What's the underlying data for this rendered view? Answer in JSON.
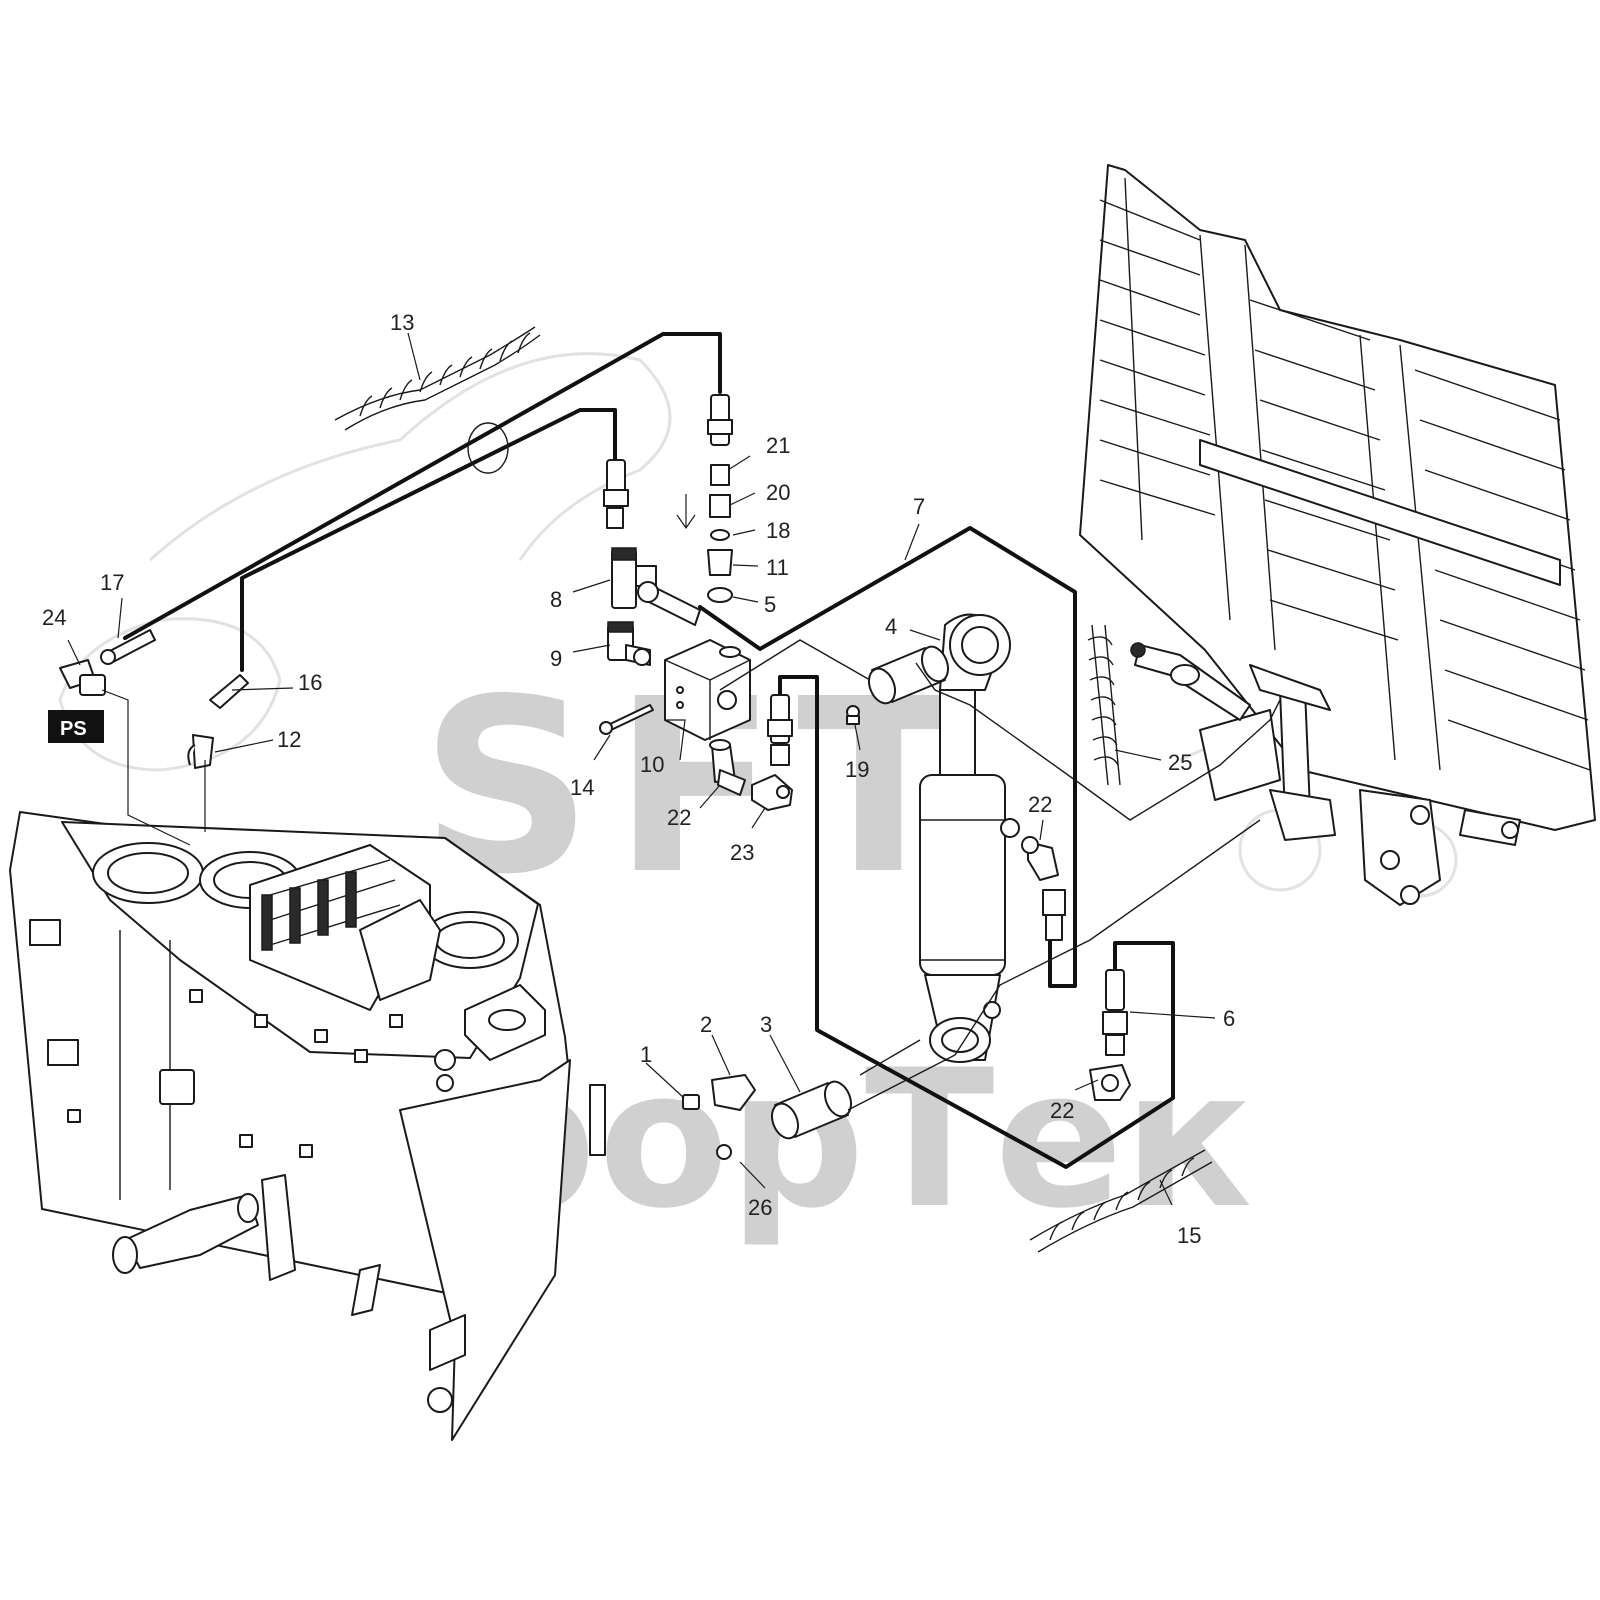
{
  "watermark": {
    "line1": "SFT",
    "line2": "скафорТек",
    "color": "#d0d0d0"
  },
  "badge": {
    "label": "PS"
  },
  "callouts": [
    {
      "id": "1",
      "label": "1"
    },
    {
      "id": "2",
      "label": "2"
    },
    {
      "id": "3",
      "label": "3"
    },
    {
      "id": "4",
      "label": "4"
    },
    {
      "id": "5",
      "label": "5"
    },
    {
      "id": "6",
      "label": "6"
    },
    {
      "id": "7",
      "label": "7"
    },
    {
      "id": "8",
      "label": "8"
    },
    {
      "id": "9",
      "label": "9"
    },
    {
      "id": "10",
      "label": "10"
    },
    {
      "id": "11",
      "label": "11"
    },
    {
      "id": "12",
      "label": "12"
    },
    {
      "id": "13",
      "label": "13"
    },
    {
      "id": "14",
      "label": "14"
    },
    {
      "id": "15",
      "label": "15"
    },
    {
      "id": "16",
      "label": "16"
    },
    {
      "id": "17",
      "label": "17"
    },
    {
      "id": "18",
      "label": "18"
    },
    {
      "id": "19",
      "label": "19"
    },
    {
      "id": "20",
      "label": "20"
    },
    {
      "id": "21",
      "label": "21"
    },
    {
      "id": "22a",
      "label": "22"
    },
    {
      "id": "22b",
      "label": "22"
    },
    {
      "id": "22c",
      "label": "22"
    },
    {
      "id": "23",
      "label": "23"
    },
    {
      "id": "24",
      "label": "24"
    },
    {
      "id": "25",
      "label": "25"
    },
    {
      "id": "26",
      "label": "26"
    }
  ],
  "flow_arrow_icon": "down-arrow-icon"
}
